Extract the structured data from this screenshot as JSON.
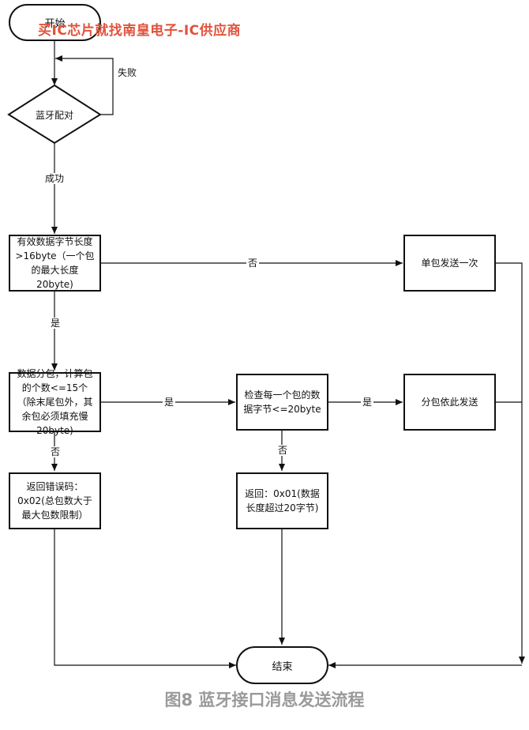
{
  "watermark": "买IC芯片就找南皇电子-IC供应商",
  "caption": "图8 蓝牙接口消息发送流程",
  "nodes": {
    "start": "开始",
    "pairing": "蓝牙配对",
    "check_length": "有效数据字节长度>16byte（一个包的最大长度20byte)",
    "single_send": "单包发送一次",
    "split_packets": "数据分包，计算包的个数<=15个（除末尾包外，其余包必须填充慢20byte)",
    "check_each": "检查每一个包的数据字节<=20byte",
    "split_send": "分包依此发送",
    "return_0x02": "返回错误码：0x02(总包数大于最大包数限制）",
    "return_0x01": "返回：0x01(数据长度超过20字节)",
    "end": "结束"
  },
  "edge_labels": {
    "fail": "失败",
    "success": "成功",
    "no_single": "否",
    "yes_split": "是",
    "yes_check": "是",
    "yes_send": "是",
    "no_0x02": "否",
    "no_0x01": "否"
  }
}
